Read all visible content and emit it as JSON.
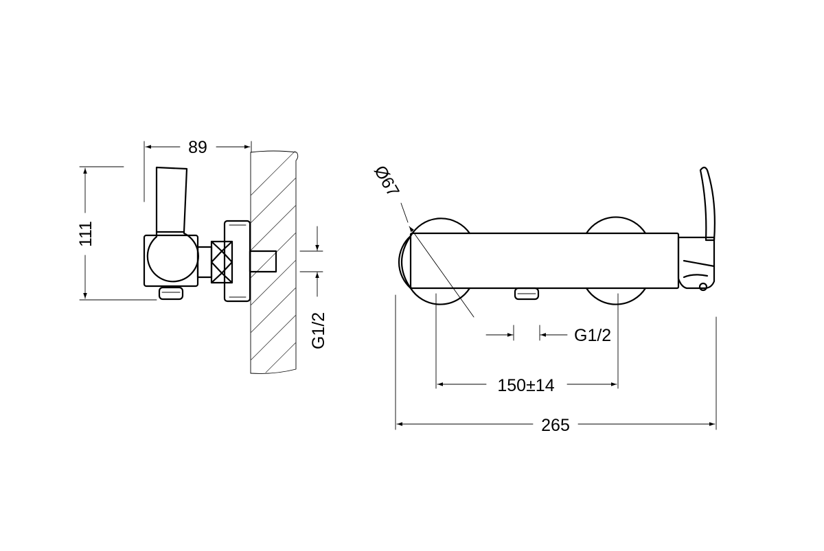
{
  "dimensions": {
    "side_depth": "89",
    "side_height": "111",
    "side_thread": "G1/2",
    "diameter": "Ø67",
    "front_thread": "G1/2",
    "center_distance": "150±14",
    "overall_width": "265"
  }
}
